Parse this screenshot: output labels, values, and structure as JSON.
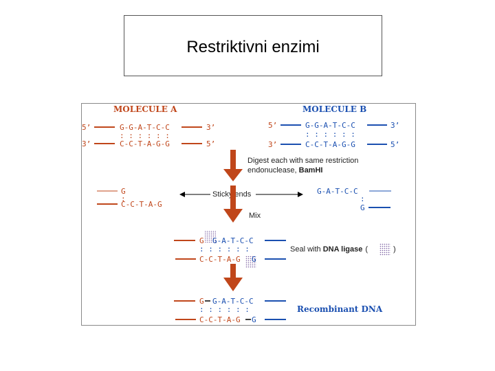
{
  "title": "Restriktivni enzimi",
  "molecule_a": {
    "heading": "MOLECULE A",
    "top_left": "5’",
    "top_seq": "G-G-A-T-C-C",
    "bonds": ": : : : : :",
    "top_right": "3’",
    "bottom_left": "3’",
    "bottom_seq": "C-C-T-A-G-G",
    "bottom_right": "5’"
  },
  "molecule_b": {
    "heading": "MOLECULE B",
    "top_left": "5’",
    "top_seq": "G-G-A-T-C-C",
    "bonds": ": : : : : :",
    "top_right": "3’",
    "bottom_left": "3’",
    "bottom_seq": "C-C-T-A-G-G",
    "bottom_right": "5’"
  },
  "steps": {
    "digest_line1": "Digest each with same restriction",
    "digest_line2_prefix": "endonuclease, ",
    "digest_enzyme": "BamHI",
    "sticky_ends": "Sticky ends",
    "mix": "Mix",
    "seal_prefix": "Seal with ",
    "seal_enzyme": "DNA ligase",
    "seal_open": "(",
    "seal_close": ")",
    "result": "Recombinant DNA"
  },
  "fragment_a": {
    "top": "G",
    "bond": ":",
    "bottom": "C-C-T-A-G"
  },
  "fragment_b": {
    "top": "G-A-T-C-C",
    "bond": ":",
    "bottom": "G"
  },
  "mixed": {
    "top_g": "G",
    "top_rest": "G-A-T-C-C",
    "bonds": ": : : : : :",
    "bottom_rest": "C-C-T-A-G",
    "bottom_g": "G"
  },
  "recombinant": {
    "top_g": "G",
    "top_rest": "G-A-T-C-C",
    "bonds": ": : : : : :",
    "bottom_rest": "C-C-T-A-G",
    "bottom_g": "G"
  },
  "colors": {
    "molecule_a": "#c0461a",
    "molecule_b": "#1a4fb0",
    "arrow": "#c0461a",
    "text": "#222222"
  }
}
